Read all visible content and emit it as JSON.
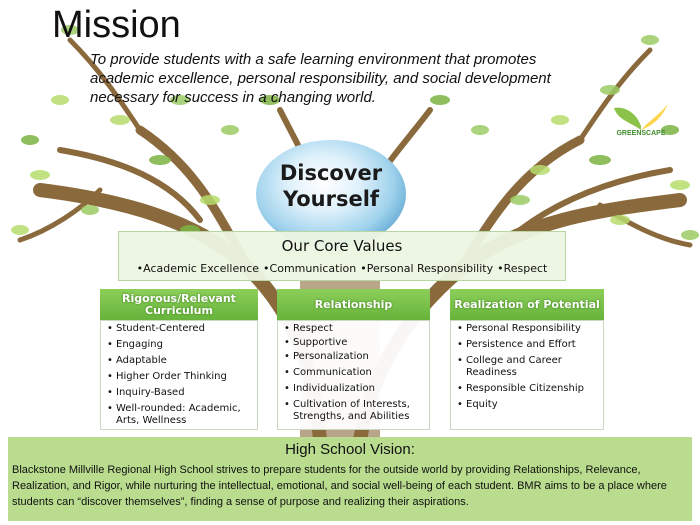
{
  "mission": {
    "title": "Mission",
    "text": "To provide students with a safe learning environment that promotes academic excellence, personal responsibility, and social development necessary for success in a changing world."
  },
  "globe": {
    "line1": "Discover",
    "line2": "Yourself"
  },
  "core_values": {
    "title": "Our Core Values",
    "items": [
      "Academic Excellence",
      "Communication",
      "Personal Responsibility",
      "Respect"
    ]
  },
  "columns": [
    {
      "heading_line1": "Rigorous/Relevant",
      "heading_line2": "Curriculum",
      "items": [
        "Student-Centered",
        "Engaging",
        "Adaptable",
        "Higher Order Thinking",
        "Inquiry-Based",
        "Well-rounded: Academic, Arts, Wellness"
      ]
    },
    {
      "heading_line1": "Relationship",
      "heading_line2": "",
      "items": [
        "Respect",
        "Supportive",
        "Personalization",
        "Communication",
        "Individualization",
        "Cultivation of Interests, Strengths, and Abilities"
      ]
    },
    {
      "heading_line1": "Realization of Potential",
      "heading_line2": "",
      "items": [
        "Personal Responsibility",
        "Persistence and Effort",
        "College and Career Readiness",
        "Responsible Citizenship",
        "Equity"
      ]
    }
  ],
  "vision": {
    "title": "High School Vision:",
    "text": "Blackstone Millville Regional High School strives to prepare students for the outside world by providing Relationships, Relevance, Realization, and Rigor, while nurturing the intellectual, emotional, and social well-being of each student.  BMR aims to be a place where students can “discover themselves”, finding a sense of purpose and realizing their aspirations."
  },
  "logo": {
    "text": "GREENSCAPE"
  },
  "colors": {
    "leaf_light": "#b7dc6e",
    "leaf_dark": "#7cb342",
    "trunk": "#8a6a3c",
    "header_green": "#67b33b",
    "vision_bg": "#b9dc8e"
  }
}
